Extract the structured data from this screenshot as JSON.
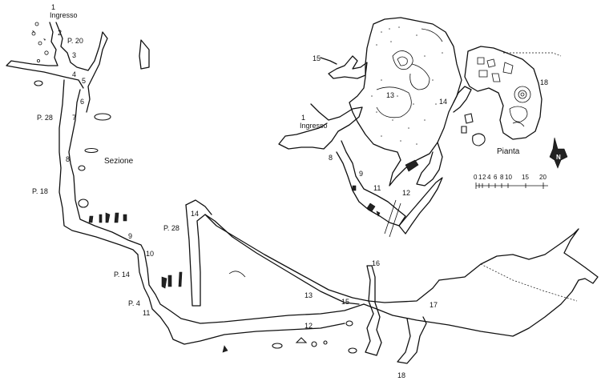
{
  "section_view": {
    "title": "Sezione",
    "entrance_number": "1",
    "entrance_label": "Ingresso",
    "pitch_labels": [
      "P. 20",
      "P. 28",
      "P. 18",
      "P. 14",
      "P. 4",
      "P. 28"
    ],
    "station_numbers": [
      "2",
      "3",
      "4",
      "5",
      "6",
      "7",
      "8",
      "9",
      "10",
      "11",
      "12",
      "13",
      "14",
      "15",
      "16",
      "17",
      "18"
    ]
  },
  "plan_view": {
    "title": "Pianta",
    "entrance_number": "1",
    "entrance_label": "Ingresso",
    "station_numbers": [
      "8",
      "9",
      "11",
      "12",
      "13",
      "14",
      "15",
      "18"
    ]
  },
  "scale_bar": {
    "ticks": [
      "0",
      "1",
      "2",
      "4",
      "6",
      "8",
      "10",
      "15",
      "20"
    ]
  },
  "north_arrow": {
    "letter": "N"
  },
  "colors": {
    "ink": "#111111",
    "paper": "#ffffff"
  }
}
